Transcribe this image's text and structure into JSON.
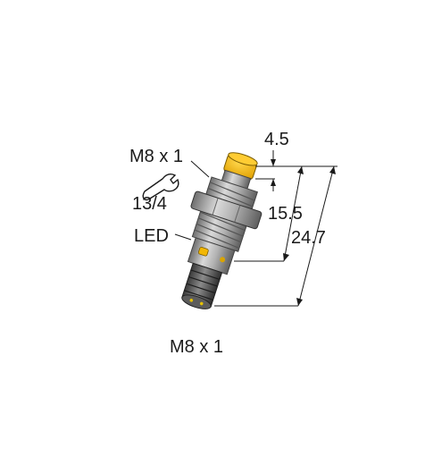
{
  "labels": {
    "thread_top": "M8 x 1",
    "wrench_size": "13/4",
    "led": "LED",
    "thread_bottom": "M8 x 1",
    "dim_a": "4.5",
    "dim_b": "15.5",
    "dim_c": "24.7"
  },
  "colors": {
    "sensor_cap": "#f2b705",
    "body_gray": "#9a9a9a",
    "line": "#1a1a1a"
  },
  "icons": {
    "wrench": "wrench-icon"
  }
}
